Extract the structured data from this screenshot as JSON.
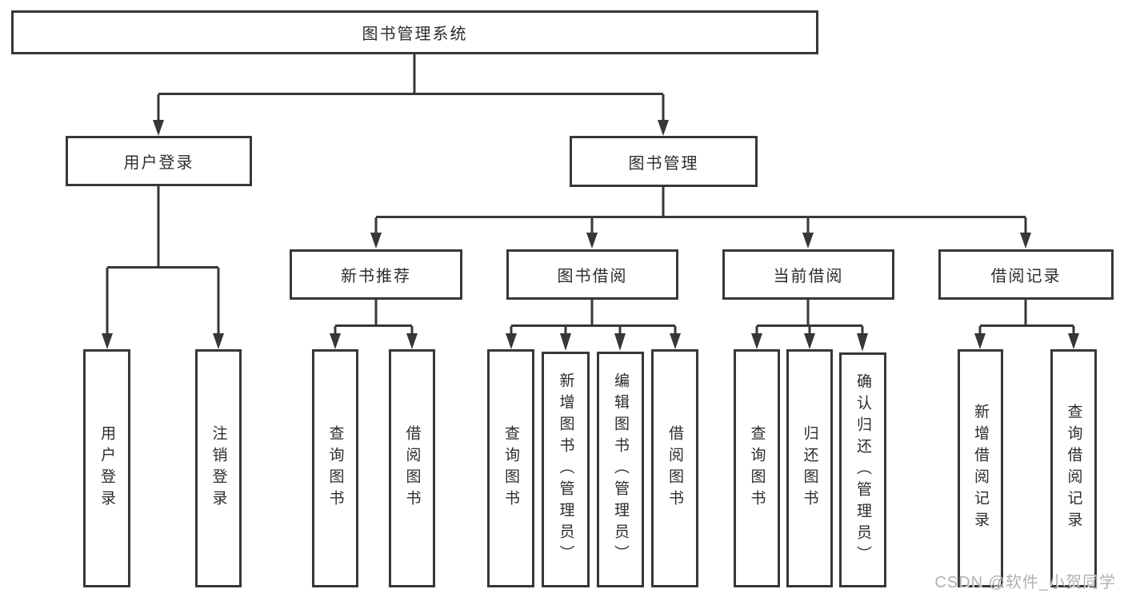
{
  "colors": {
    "line": "#373737",
    "box_background": "#ffffff",
    "text": "#2d2d2d",
    "watermark": "#a3a3a3"
  },
  "tree": {
    "root": "图书管理系统",
    "branches": [
      {
        "label": "用户登录",
        "children": [
          "用户登录",
          "注销登录"
        ]
      },
      {
        "label": "图书管理",
        "sections": [
          {
            "label": "新书推荐",
            "children": [
              "查询图书",
              "借阅图书"
            ]
          },
          {
            "label": "图书借阅",
            "children": [
              "查询图书",
              "新增图书（管理员）",
              "编辑图书（管理员）",
              "借阅图书"
            ]
          },
          {
            "label": "当前借阅",
            "children": [
              "查询图书",
              "归还图书",
              "确认归还（管理员）"
            ]
          },
          {
            "label": "借阅记录",
            "children": [
              "新增借阅记录",
              "查询借阅记录"
            ]
          }
        ]
      }
    ]
  },
  "watermark": "CSDN @软件_小贺同学"
}
